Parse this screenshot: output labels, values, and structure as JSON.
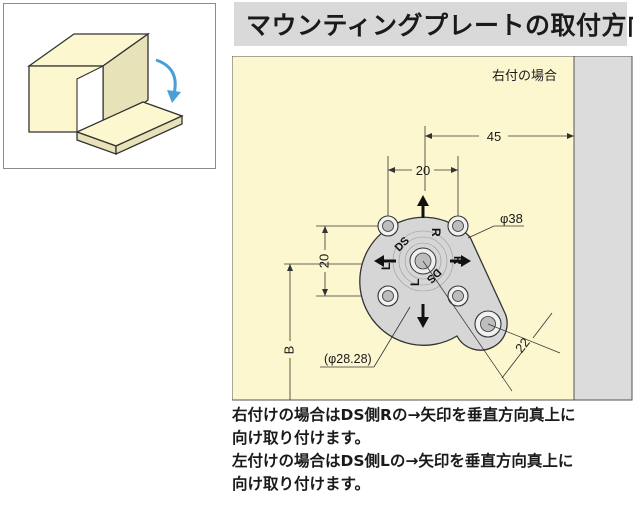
{
  "title": "マウンティングプレートの取付方向",
  "diagram": {
    "corner_label": "右付の場合",
    "dim_45": "45",
    "dim_20_top": "20",
    "dim_20_left": "20",
    "dim_phi38": "φ38",
    "dim_phi2828": "(φ28.28)",
    "dim_22": "22",
    "dim_B": "B",
    "marks": {
      "R_top": "R",
      "R_right": "R",
      "L_left": "L",
      "L_bottom": "L",
      "DS_left": "DS",
      "DS_right": "DS"
    }
  },
  "caption": {
    "line1": "右付けの場合はDS側Rの→矢印を垂直方向真上に",
    "line2": "向け取り付けます。",
    "line3": "左付けの場合はDS側Lの→矢印を垂直方向真上に",
    "line4": "向け取り付けます。"
  },
  "colors": {
    "panel": "#fdf7cf",
    "wall": "#dcdcdc",
    "plate": "#d6d6d6",
    "accent_arrow": "#4a9fd8"
  }
}
